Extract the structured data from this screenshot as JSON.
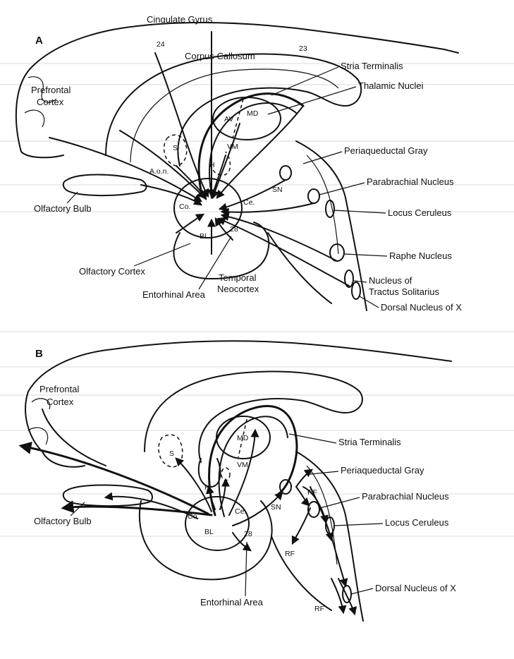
{
  "panels": {
    "a": {
      "letter": "A",
      "labels": {
        "cingulate_gyrus": "Cingulate Gyrus",
        "area_24": "24",
        "area_23": "23",
        "corpus_callosum": "Corpus  Callosum",
        "stria_terminalis": "Stria Terminalis",
        "thalamic_nuclei": "Thalamic Nuclei",
        "prefrontal_cortex_1": "Prefrontal",
        "prefrontal_cortex_2": "Cortex",
        "av": "AV",
        "md": "MD",
        "s": "S",
        "vm": "VM",
        "h": "H",
        "aon": "A.o.n.",
        "periaqueductal_gray": "Periaqueductal Gray",
        "sn": "SN",
        "parabrachial_nucleus": "Parabrachial Nucleus",
        "olfactory_bulb": "Olfactory Bulb",
        "co": "Co.",
        "ce": "Ce.",
        "locus_ceruleus": "Locus Ceruleus",
        "bl": "BL",
        "area_28": "28",
        "raphe_nucleus": "Raphe Nucleus",
        "olfactory_cortex": "Olfactory Cortex",
        "temporal_neocortex_1": "Temporal",
        "temporal_neocortex_2": "Neocortex",
        "nucleus_tractus_1": "Nucleus of",
        "nucleus_tractus_2": "Tractus Solitarius",
        "entorhinal_area": "Entorhinal Area",
        "dorsal_nucleus_x": "Dorsal Nucleus of X"
      }
    },
    "b": {
      "letter": "B",
      "labels": {
        "prefrontal_cortex_1": "Prefrontal",
        "prefrontal_cortex_2": "Cortex",
        "md": "MD",
        "stria_terminalis": "Stria Terminalis",
        "s": "S",
        "vm": "VM",
        "h": "H",
        "periaqueductal_gray": "Periaqueductal Gray",
        "rf_1": "RF",
        "parabrachial_nucleus": "Parabrachial Nucleus",
        "sn": "SN",
        "olfactory_bulb": "Olfactory Bulb",
        "co": "Co.",
        "ce": "Ce.",
        "bl": "BL",
        "area_28": "28",
        "locus_ceruleus": "Locus Ceruleus",
        "rf_2": "RF",
        "entorhinal_area": "Entorhinal Area",
        "rf_3": "RF",
        "dorsal_nucleus_x": "Dorsal Nucleus of X"
      }
    }
  },
  "colors": {
    "ink": "#111111",
    "paper": "#ffffff",
    "ghost": "#d9d9d9"
  }
}
